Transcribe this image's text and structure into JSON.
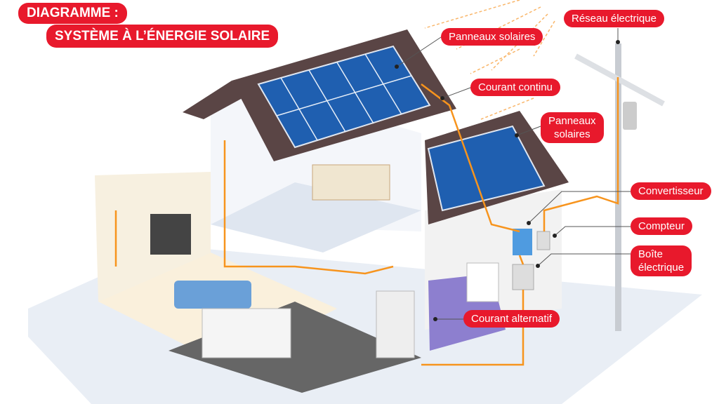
{
  "title": {
    "line1": "DIAGRAMME :",
    "line2": "SYSTÈME À L’ÉNERGIE SOLAIRE"
  },
  "labels": {
    "solar_panels_main": "Panneaux solaires",
    "direct_current": "Courant continu",
    "solar_panels_garage_line1": "Panneaux",
    "solar_panels_garage_line2": "solaires",
    "grid": "Réseau électrique",
    "inverter": "Convertisseur",
    "meter": "Compteur",
    "breaker_box_line1": "Boîte",
    "breaker_box_line2": "électrique",
    "alternating_current": "Courant alternatif"
  },
  "colors": {
    "accent": "#e8192c",
    "wire": "#f7941d",
    "panel": "#1f5fb0",
    "roof": "#5a4545"
  }
}
